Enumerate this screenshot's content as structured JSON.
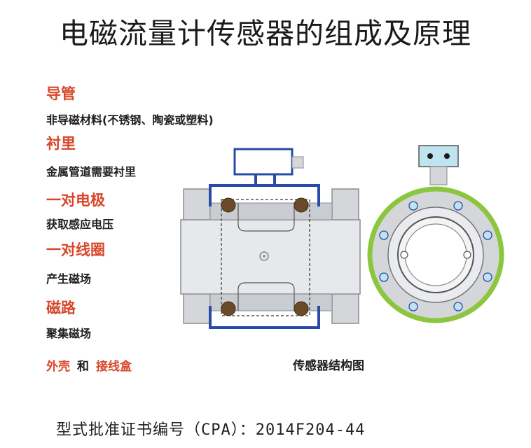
{
  "title": "电磁流量计传感器的组成及原理",
  "components": [
    {
      "name": "导管",
      "desc": "非导磁材料(不锈钢、陶瓷或塑料)"
    },
    {
      "name": "衬里",
      "desc": "金属管道需要衬里"
    },
    {
      "name": "一对电极",
      "desc": "获取感应电压"
    },
    {
      "name": "一对线圈",
      "desc": "产生磁场"
    },
    {
      "name": "磁路",
      "desc": "聚集磁场"
    }
  ],
  "housing": {
    "part1": "外壳",
    "conj": "和",
    "part2": "接线盒"
  },
  "diagram_caption": "传感器结构图",
  "certificate": "型式批准证书编号（CPA）：2014F204-44",
  "colors": {
    "label_red": "#d8462a",
    "coil_blue": "#2a4aa8",
    "lining_green": "#8cc63f",
    "flange_gray": "#d4d6da"
  }
}
